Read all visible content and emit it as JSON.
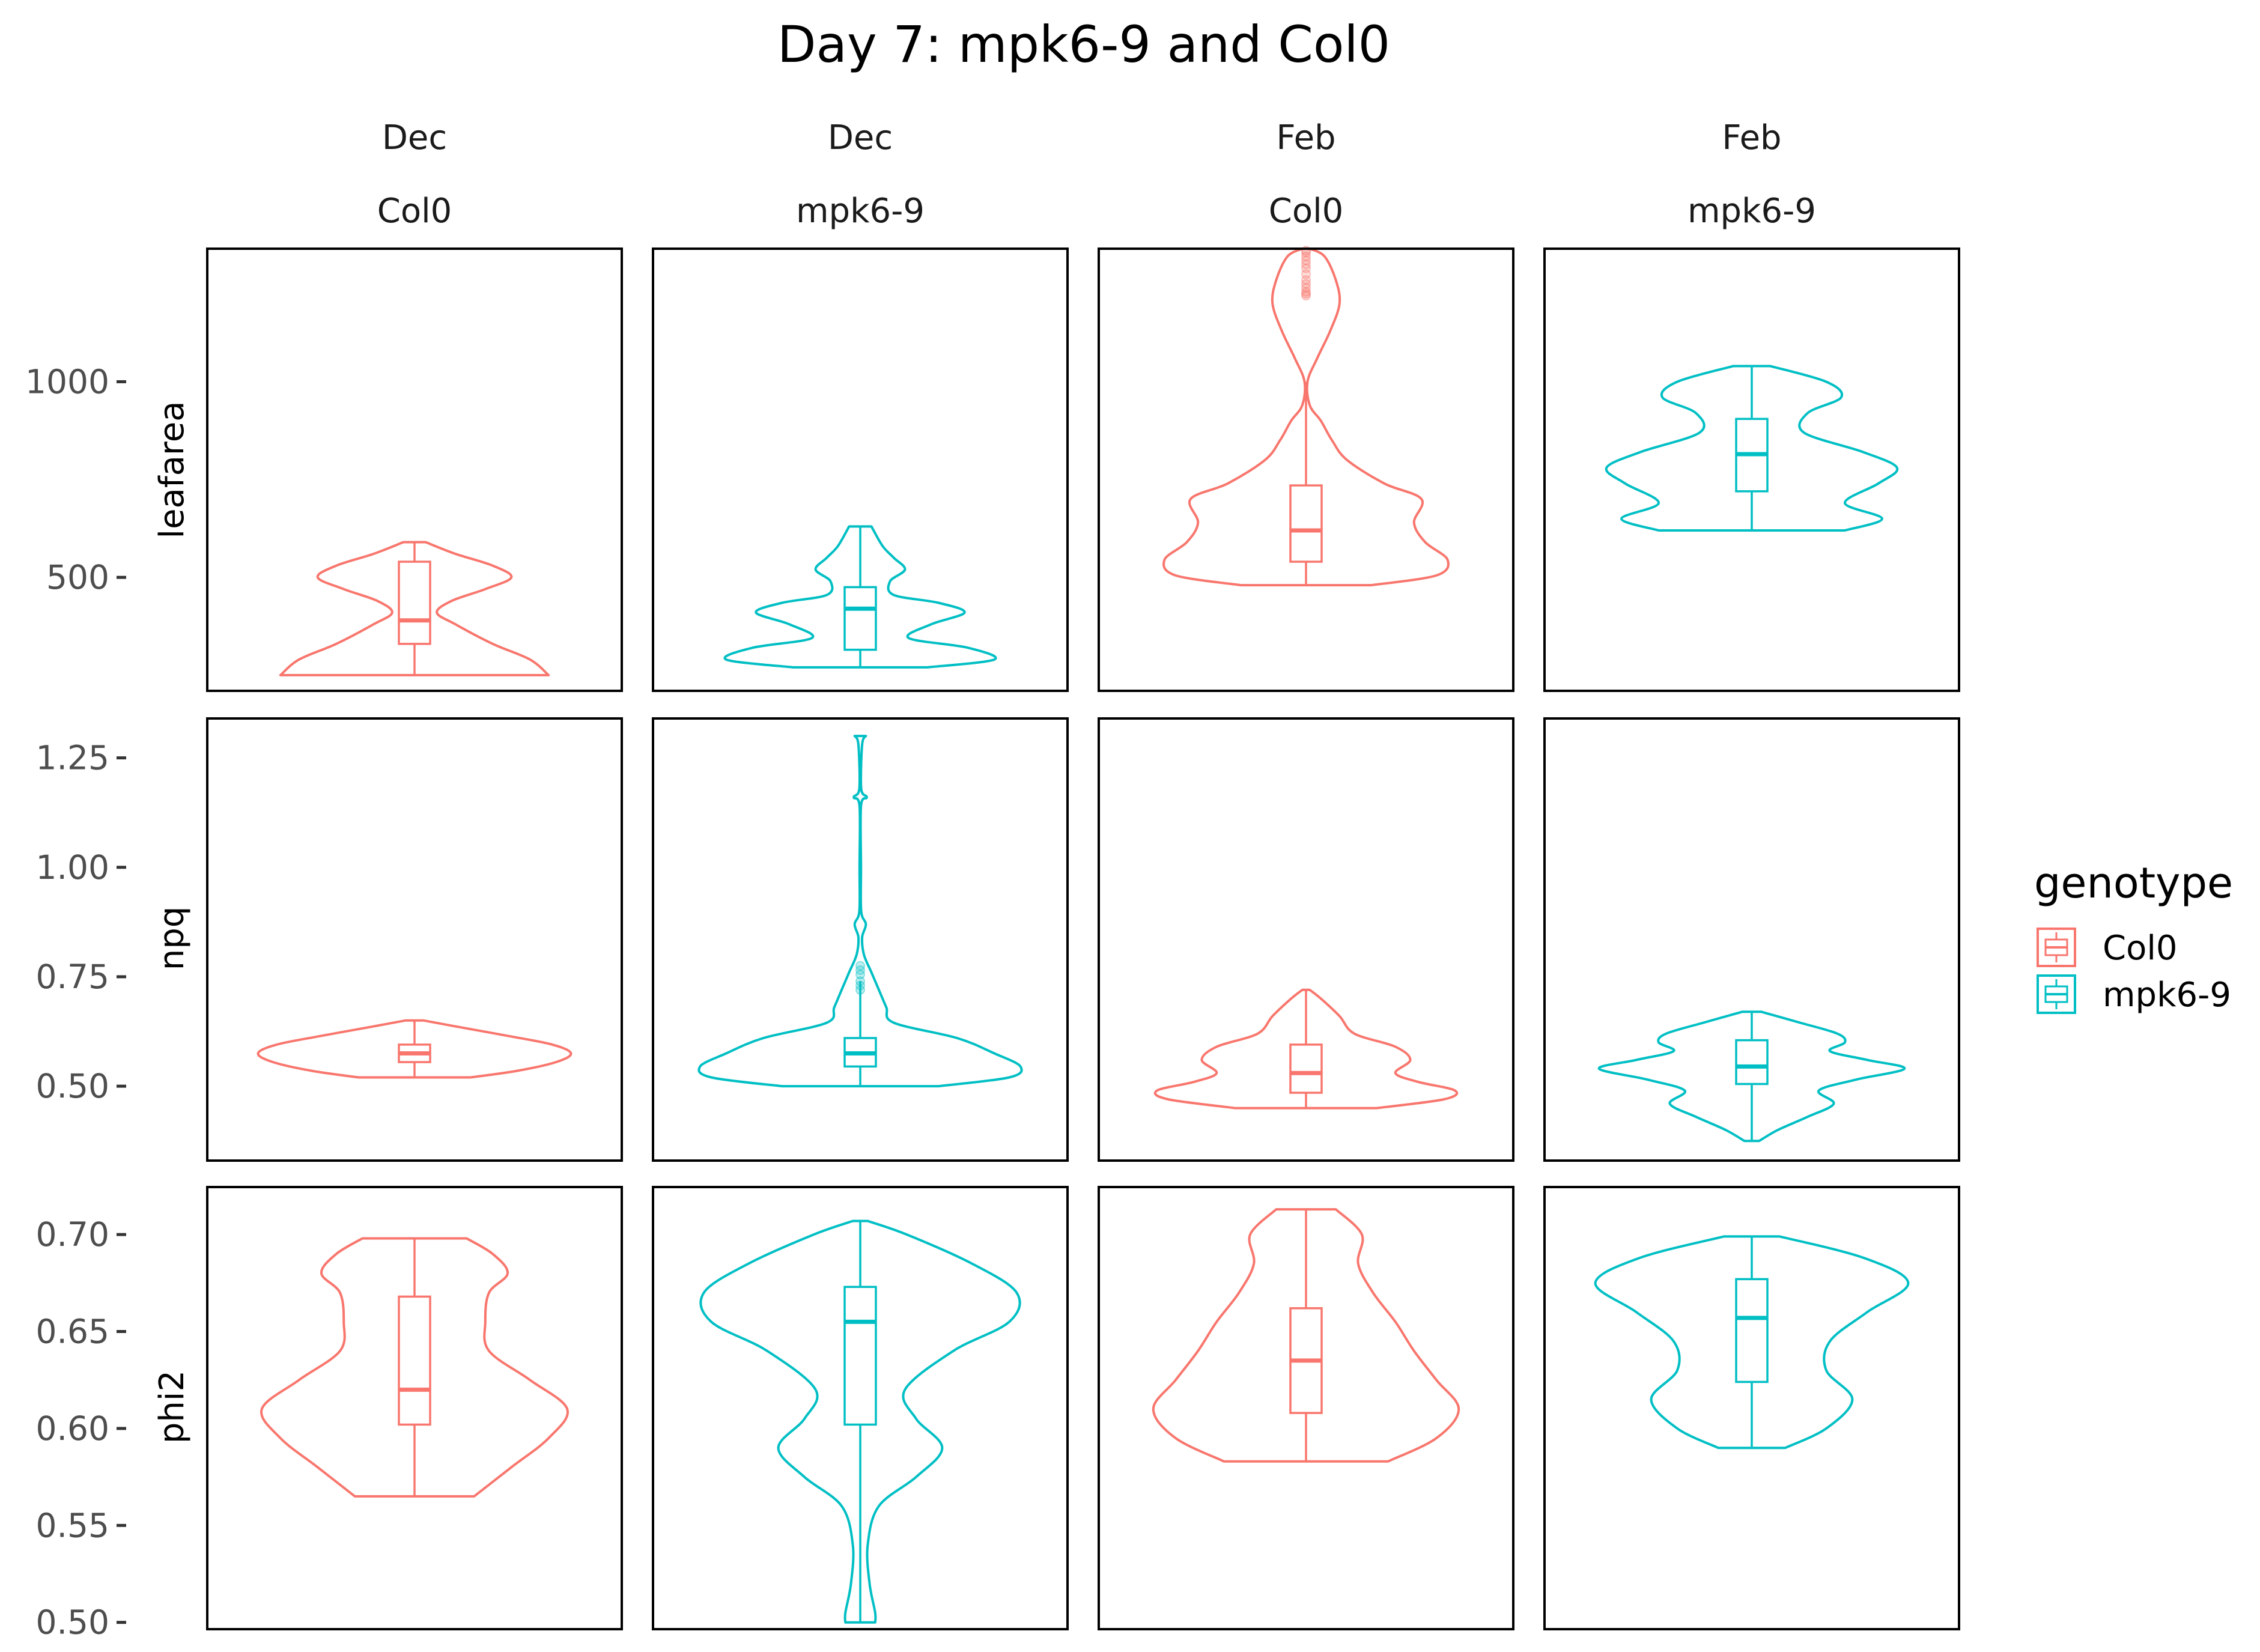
{
  "chart_data": {
    "type": "violin",
    "title": "Day 7: mpk6-9 and Col0",
    "columns": [
      {
        "month": "Dec",
        "genotype": "Col0"
      },
      {
        "month": "Dec",
        "genotype": "mpk6-9"
      },
      {
        "month": "Feb",
        "genotype": "Col0"
      },
      {
        "month": "Feb",
        "genotype": "mpk6-9"
      }
    ],
    "rows": [
      {
        "label": "leafarea",
        "ylim": [
          210,
          1340
        ],
        "ticks": [
          500,
          1000
        ],
        "tick_labels": [
          "500",
          "1000"
        ]
      },
      {
        "label": "npq",
        "ylim": [
          0.33,
          1.34
        ],
        "ticks": [
          0.5,
          0.75,
          1.0,
          1.25
        ],
        "tick_labels": [
          "0.50",
          "0.75",
          "1.00",
          "1.25"
        ]
      },
      {
        "label": "phi2",
        "ylim": [
          0.4965,
          0.7245
        ],
        "ticks": [
          0.5,
          0.55,
          0.6,
          0.65,
          0.7
        ],
        "tick_labels": [
          "0.50",
          "0.55",
          "0.60",
          "0.65",
          "0.70"
        ]
      }
    ],
    "colors": {
      "Col0": "#F8766D",
      "mpk6-9": "#00BFC4"
    },
    "legend": {
      "title": "genotype",
      "entries": [
        "Col0",
        "mpk6-9"
      ],
      "position": "right"
    },
    "panels": [
      [
        {
          "genotype": "Col0",
          "violin": [
            [
              250,
              0.72
            ],
            [
              290,
              0.62
            ],
            [
              330,
              0.42
            ],
            [
              380,
              0.22
            ],
            [
              410,
              0.12
            ],
            [
              440,
              0.2
            ],
            [
              470,
              0.38
            ],
            [
              500,
              0.52
            ],
            [
              530,
              0.42
            ],
            [
              560,
              0.22
            ],
            [
              590,
              0.06
            ]
          ],
          "box": {
            "min": 250,
            "q1": 330,
            "median": 390,
            "q3": 540,
            "max": 590
          },
          "outliers": []
        },
        {
          "genotype": "mpk6-9",
          "violin": [
            [
              270,
              0.36
            ],
            [
              290,
              0.72
            ],
            [
              320,
              0.58
            ],
            [
              345,
              0.26
            ],
            [
              380,
              0.38
            ],
            [
              410,
              0.56
            ],
            [
              435,
              0.42
            ],
            [
              455,
              0.18
            ],
            [
              490,
              0.16
            ],
            [
              520,
              0.24
            ],
            [
              550,
              0.18
            ],
            [
              580,
              0.12
            ],
            [
              630,
              0.06
            ]
          ],
          "box": {
            "min": 270,
            "q1": 315,
            "median": 420,
            "q3": 475,
            "max": 630
          },
          "outliers": []
        },
        {
          "genotype": "Col0",
          "violin": [
            [
              480,
              0.35
            ],
            [
              505,
              0.7
            ],
            [
              545,
              0.76
            ],
            [
              590,
              0.64
            ],
            [
              640,
              0.58
            ],
            [
              700,
              0.62
            ],
            [
              740,
              0.42
            ],
            [
              800,
              0.22
            ],
            [
              850,
              0.14
            ],
            [
              900,
              0.08
            ],
            [
              940,
              0.02
            ],
            [
              1000,
              0.008
            ],
            [
              1060,
              0.06
            ],
            [
              1130,
              0.13
            ],
            [
              1200,
              0.18
            ],
            [
              1260,
              0.16
            ],
            [
              1320,
              0.1
            ],
            [
              1340,
              0.02
            ]
          ],
          "box": {
            "min": 480,
            "q1": 540,
            "median": 620,
            "q3": 735,
            "max": 1000
          },
          "outliers": [
            1220,
            1225,
            1230,
            1240,
            1250,
            1260,
            1275,
            1290,
            1300,
            1310,
            1320,
            1330,
            1335
          ]
        },
        {
          "genotype": "mpk6-9",
          "violin": [
            [
              620,
              0.5
            ],
            [
              650,
              0.7
            ],
            [
              690,
              0.5
            ],
            [
              740,
              0.68
            ],
            [
              780,
              0.78
            ],
            [
              820,
              0.6
            ],
            [
              870,
              0.28
            ],
            [
              920,
              0.3
            ],
            [
              960,
              0.48
            ],
            [
              1000,
              0.4
            ],
            [
              1040,
              0.1
            ]
          ],
          "box": {
            "min": 620,
            "q1": 720,
            "median": 815,
            "q3": 905,
            "max": 1040
          },
          "outliers": []
        }
      ],
      [
        {
          "genotype": "Col0",
          "violin": [
            [
              0.52,
              0.3
            ],
            [
              0.535,
              0.55
            ],
            [
              0.555,
              0.76
            ],
            [
              0.575,
              0.84
            ],
            [
              0.595,
              0.74
            ],
            [
              0.615,
              0.5
            ],
            [
              0.635,
              0.24
            ],
            [
              0.65,
              0.05
            ]
          ],
          "box": {
            "min": 0.52,
            "q1": 0.555,
            "median": 0.575,
            "q3": 0.595,
            "max": 0.65
          },
          "outliers": []
        },
        {
          "genotype": "mpk6-9",
          "violin": [
            [
              0.5,
              0.42
            ],
            [
              0.52,
              0.8
            ],
            [
              0.545,
              0.86
            ],
            [
              0.575,
              0.72
            ],
            [
              0.61,
              0.52
            ],
            [
              0.645,
              0.18
            ],
            [
              0.68,
              0.14
            ],
            [
              0.72,
              0.1
            ],
            [
              0.76,
              0.06
            ],
            [
              0.8,
              0.02
            ],
            [
              0.84,
              0.01
            ],
            [
              0.87,
              0.03
            ],
            [
              0.9,
              0.005
            ],
            [
              1.0,
              0.004
            ],
            [
              1.14,
              0.004
            ],
            [
              1.16,
              0.035
            ],
            [
              1.18,
              0.005
            ],
            [
              1.28,
              0.01
            ],
            [
              1.3,
              0.03
            ]
          ],
          "box": {
            "min": 0.5,
            "q1": 0.545,
            "median": 0.575,
            "q3": 0.61,
            "max": 0.74
          },
          "outliers": [
            0.72,
            0.73,
            0.74,
            0.755,
            0.765,
            0.775
          ]
        },
        {
          "genotype": "Col0",
          "violin": [
            [
              0.45,
              0.38
            ],
            [
              0.47,
              0.74
            ],
            [
              0.49,
              0.8
            ],
            [
              0.51,
              0.6
            ],
            [
              0.53,
              0.48
            ],
            [
              0.56,
              0.56
            ],
            [
              0.59,
              0.48
            ],
            [
              0.62,
              0.26
            ],
            [
              0.66,
              0.18
            ],
            [
              0.7,
              0.08
            ],
            [
              0.72,
              0.02
            ]
          ],
          "box": {
            "min": 0.45,
            "q1": 0.485,
            "median": 0.53,
            "q3": 0.595,
            "max": 0.72
          },
          "outliers": []
        },
        {
          "genotype": "mpk6-9",
          "violin": [
            [
              0.375,
              0.04
            ],
            [
              0.4,
              0.14
            ],
            [
              0.43,
              0.3
            ],
            [
              0.46,
              0.44
            ],
            [
              0.49,
              0.36
            ],
            [
              0.515,
              0.56
            ],
            [
              0.54,
              0.82
            ],
            [
              0.56,
              0.62
            ],
            [
              0.58,
              0.42
            ],
            [
              0.6,
              0.5
            ],
            [
              0.62,
              0.46
            ],
            [
              0.645,
              0.26
            ],
            [
              0.67,
              0.05
            ]
          ],
          "box": {
            "min": 0.375,
            "q1": 0.505,
            "median": 0.545,
            "q3": 0.605,
            "max": 0.67
          },
          "outliers": []
        }
      ],
      [
        {
          "genotype": "Col0",
          "violin": [
            [
              0.565,
              0.32
            ],
            [
              0.58,
              0.52
            ],
            [
              0.595,
              0.72
            ],
            [
              0.61,
              0.82
            ],
            [
              0.625,
              0.62
            ],
            [
              0.64,
              0.4
            ],
            [
              0.655,
              0.38
            ],
            [
              0.67,
              0.4
            ],
            [
              0.68,
              0.5
            ],
            [
              0.69,
              0.42
            ],
            [
              0.698,
              0.28
            ]
          ],
          "box": {
            "min": 0.565,
            "q1": 0.602,
            "median": 0.62,
            "q3": 0.668,
            "max": 0.698
          },
          "outliers": []
        },
        {
          "genotype": "mpk6-9",
          "violin": [
            [
              0.5,
              0.08
            ],
            [
              0.505,
              0.08
            ],
            [
              0.52,
              0.05
            ],
            [
              0.54,
              0.04
            ],
            [
              0.56,
              0.1
            ],
            [
              0.575,
              0.3
            ],
            [
              0.59,
              0.44
            ],
            [
              0.605,
              0.3
            ],
            [
              0.62,
              0.24
            ],
            [
              0.64,
              0.5
            ],
            [
              0.655,
              0.8
            ],
            [
              0.67,
              0.84
            ],
            [
              0.685,
              0.6
            ],
            [
              0.7,
              0.25
            ],
            [
              0.707,
              0.04
            ]
          ],
          "box": {
            "min": 0.5,
            "q1": 0.602,
            "median": 0.655,
            "q3": 0.673,
            "max": 0.707
          },
          "outliers": []
        },
        {
          "genotype": "Col0",
          "violin": [
            [
              0.583,
              0.44
            ],
            [
              0.595,
              0.7
            ],
            [
              0.61,
              0.82
            ],
            [
              0.625,
              0.7
            ],
            [
              0.64,
              0.58
            ],
            [
              0.655,
              0.48
            ],
            [
              0.67,
              0.36
            ],
            [
              0.685,
              0.28
            ],
            [
              0.7,
              0.3
            ],
            [
              0.713,
              0.16
            ]
          ],
          "box": {
            "min": 0.583,
            "q1": 0.608,
            "median": 0.635,
            "q3": 0.662,
            "max": 0.713
          },
          "outliers": []
        },
        {
          "genotype": "mpk6-9",
          "violin": [
            [
              0.59,
              0.18
            ],
            [
              0.6,
              0.4
            ],
            [
              0.615,
              0.54
            ],
            [
              0.63,
              0.4
            ],
            [
              0.645,
              0.42
            ],
            [
              0.66,
              0.62
            ],
            [
              0.675,
              0.84
            ],
            [
              0.688,
              0.6
            ],
            [
              0.699,
              0.15
            ]
          ],
          "box": {
            "min": 0.59,
            "q1": 0.624,
            "median": 0.657,
            "q3": 0.677,
            "max": 0.699
          },
          "outliers": []
        }
      ]
    ]
  }
}
